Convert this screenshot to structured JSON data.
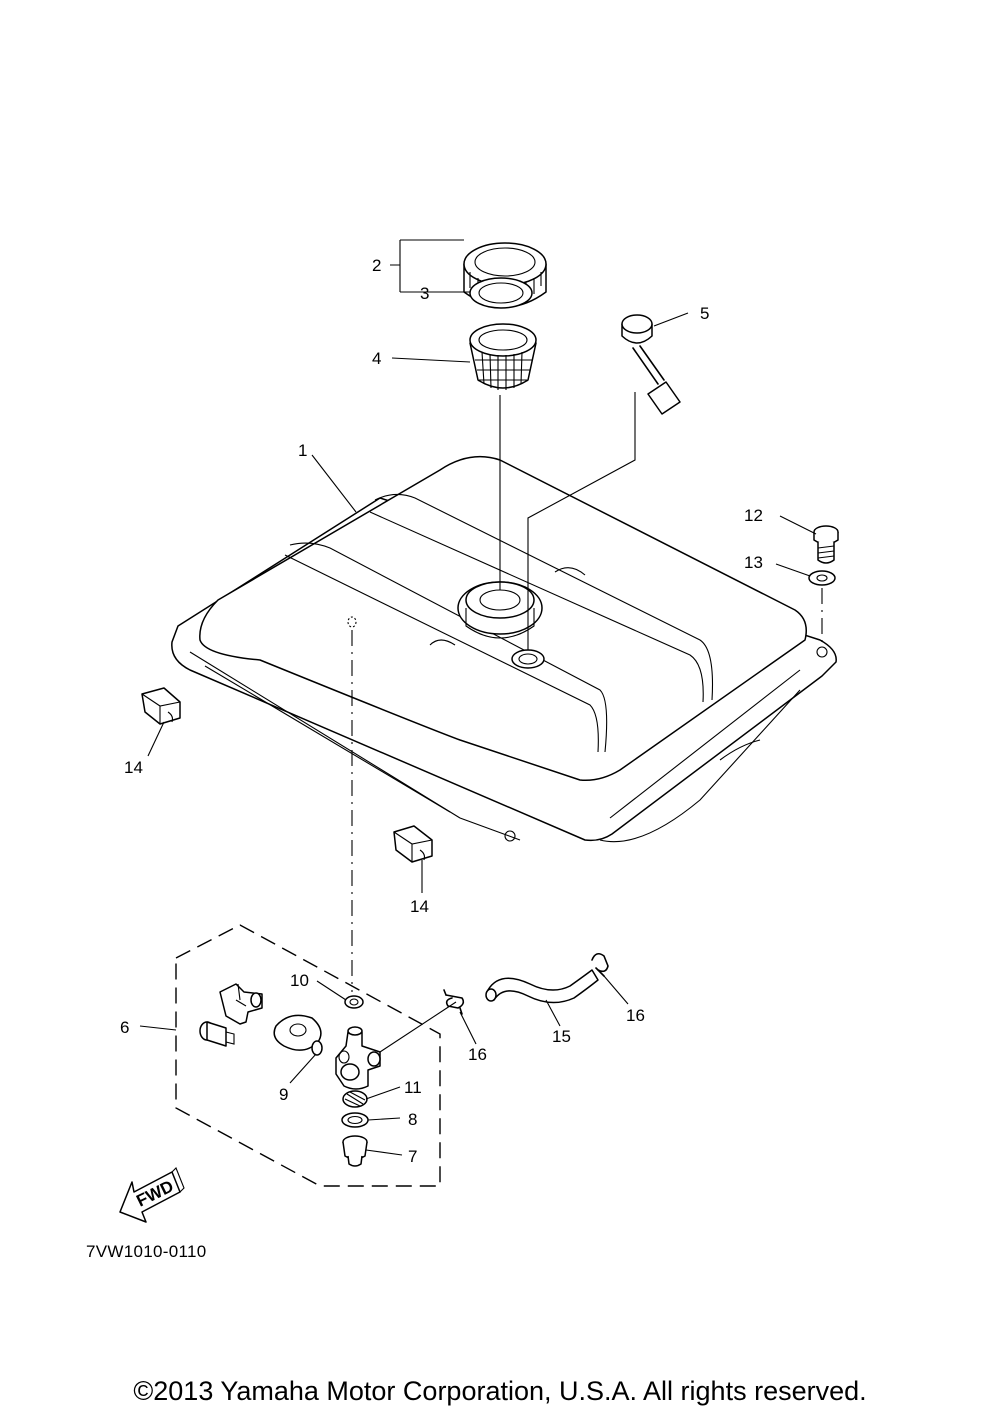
{
  "callouts": [
    {
      "id": "1",
      "text": "1"
    },
    {
      "id": "2",
      "text": "2"
    },
    {
      "id": "3",
      "text": "3"
    },
    {
      "id": "4",
      "text": "4"
    },
    {
      "id": "5",
      "text": "5"
    },
    {
      "id": "6",
      "text": "6"
    },
    {
      "id": "7",
      "text": "7"
    },
    {
      "id": "8",
      "text": "8"
    },
    {
      "id": "9",
      "text": "9"
    },
    {
      "id": "10",
      "text": "10"
    },
    {
      "id": "11",
      "text": "11"
    },
    {
      "id": "12",
      "text": "12"
    },
    {
      "id": "13",
      "text": "13"
    },
    {
      "id": "14a",
      "text": "14"
    },
    {
      "id": "14b",
      "text": "14"
    },
    {
      "id": "15",
      "text": "15"
    },
    {
      "id": "16a",
      "text": "16"
    },
    {
      "id": "16b",
      "text": "16"
    }
  ],
  "fwd_label": "FWD",
  "diagram_code": "7VW1010-0110",
  "copyright": "©2013 Yamaha Motor Corporation, U.S.A. All rights reserved."
}
